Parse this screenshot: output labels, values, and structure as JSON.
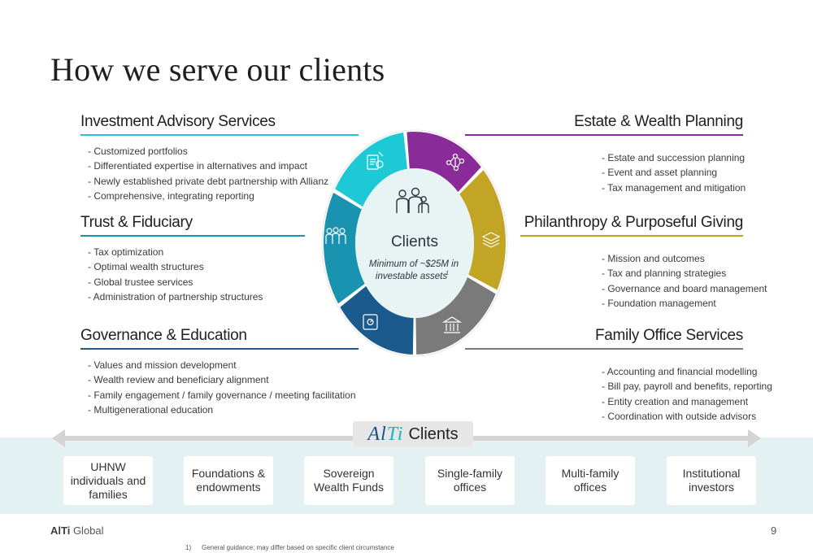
{
  "title": "How we serve our clients",
  "colors": {
    "investment": "#1ec9d6",
    "estate": "#8a2b9a",
    "trust": "#1a93b0",
    "philanthropy": "#c2a524",
    "governance": "#1a5a8c",
    "family_office": "#7a7a7a",
    "center": "#e8f4f4",
    "band": "#e3f1f3"
  },
  "services": {
    "investment": {
      "title": "Investment Advisory Services",
      "items": [
        "- Customized portfolios",
        "- Differentiated expertise in alternatives and impact",
        "- Newly established private debt partnership with Allianz",
        "- Comprehensive, integrating reporting"
      ]
    },
    "trust": {
      "title": "Trust & Fiduciary",
      "items": [
        "- Tax optimization",
        "- Optimal wealth structures",
        "- Global trustee services",
        "- Administration of partnership structures"
      ]
    },
    "governance": {
      "title": "Governance & Education",
      "items": [
        "- Values and mission development",
        "- Wealth review and beneficiary alignment",
        "- Family engagement / family governance / meeting facilitation",
        "- Multigenerational education"
      ]
    },
    "estate": {
      "title": "Estate & Wealth Planning",
      "items": [
        "- Estate and succession planning",
        "- Event and asset planning",
        "- Tax management and mitigation"
      ]
    },
    "philanthropy": {
      "title": "Philanthropy & Purposeful Giving",
      "items": [
        "- Mission and outcomes",
        "- Tax and planning strategies",
        "- Governance and board management",
        "- Foundation management"
      ]
    },
    "family_office": {
      "title": "Family Office Services",
      "items": [
        "- Accounting and financial modelling",
        "- Bill pay, payroll and benefits, reporting",
        "- Entity creation and management",
        "- Coordination with outside advisors"
      ]
    }
  },
  "wheel": {
    "center_title": "Clients",
    "center_sub_line1": "Minimum of ~$25M in",
    "center_sub_line2": "investable assets",
    "center_sup": "1",
    "icons": [
      "document-icon",
      "network-icon",
      "stack-icon",
      "bank-icon",
      "safe-icon",
      "group-icon",
      "family-icon"
    ]
  },
  "clients_band": {
    "logo_main": "Al",
    "logo_accent": "Ti",
    "label": "Clients",
    "cards": [
      "UHNW individuals and families",
      "Foundations & endowments",
      "Sovereign Wealth Funds",
      "Single-family offices",
      "Multi-family offices",
      "Institutional investors"
    ]
  },
  "footer": {
    "brand_bold": "AlTi",
    "brand_rest": " Global",
    "page": "9",
    "footnote_num": "1)",
    "footnote_text": "General guidance; may differ based on specific client circumstance"
  }
}
